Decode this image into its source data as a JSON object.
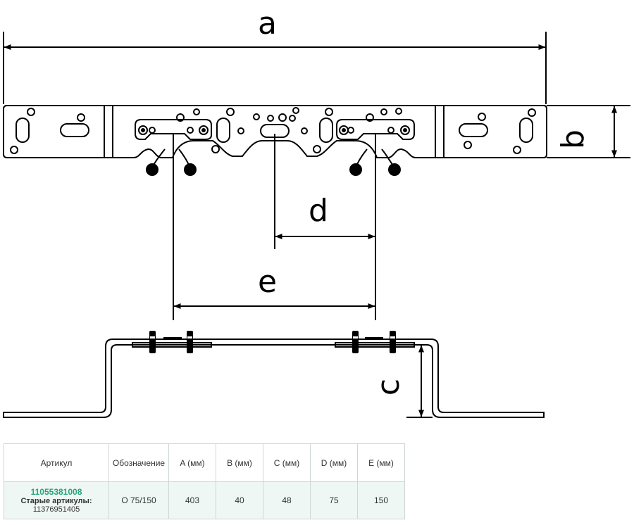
{
  "drawing": {
    "labels": {
      "a": "a",
      "b": "b",
      "c": "c",
      "d": "d",
      "e": "e"
    }
  },
  "table": {
    "headers": {
      "article": "Артикул",
      "designation": "Обозначение",
      "a": "A (мм)",
      "b": "B (мм)",
      "c": "C (мм)",
      "d": "D (мм)",
      "e": "E (мм)"
    },
    "row": {
      "article": "11055381008",
      "old_label": "Старые артикулы:",
      "old_article": "11376951405",
      "designation": "O 75/150",
      "a": "403",
      "b": "40",
      "c": "48",
      "d": "75",
      "e": "150"
    },
    "accent_color": "#2aa37b"
  }
}
